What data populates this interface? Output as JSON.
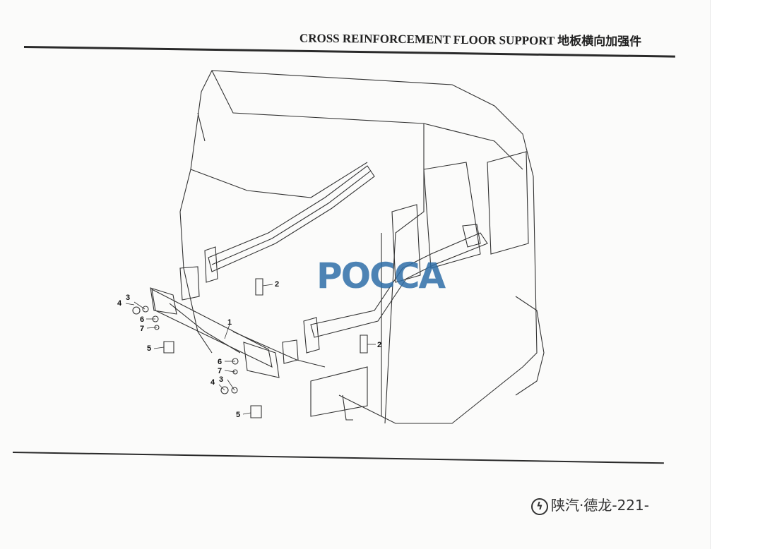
{
  "header": {
    "title": "CROSS REINFORCEMENT FLOOR SUPPORT 地板横向加强件"
  },
  "diagram": {
    "callouts": [
      "1",
      "2",
      "2",
      "3",
      "3",
      "4",
      "4",
      "5",
      "5",
      "6",
      "6",
      "7",
      "7"
    ]
  },
  "watermark": {
    "text": "POCCA",
    "color": "#2f6fa8"
  },
  "footer": {
    "brand_icon": "shaanxi-logo-icon",
    "brand": "陕汽·德龙",
    "page": "-221-"
  }
}
